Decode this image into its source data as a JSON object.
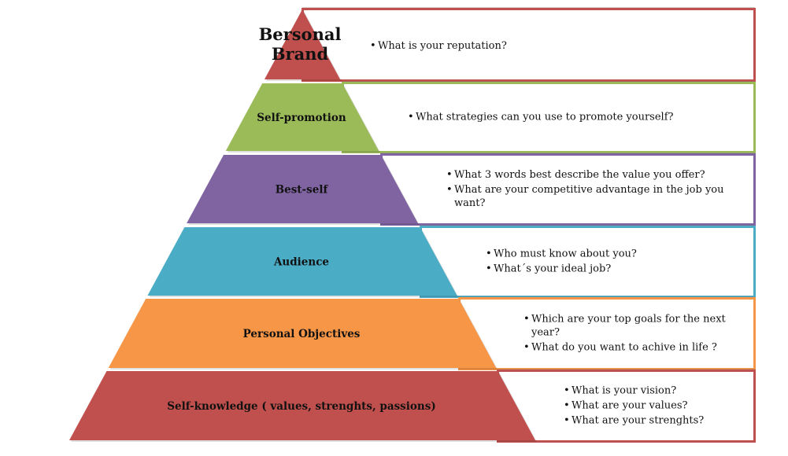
{
  "pyramid": {
    "levels": [
      {
        "id": "personal-brand",
        "label": [
          "Bersonal",
          "Brand"
        ],
        "color": "#c0504d",
        "bullets": [
          [
            "What is your reputation?"
          ]
        ]
      },
      {
        "id": "self-promotion",
        "label": [
          "Self-promotion"
        ],
        "color": "#9bbb59",
        "bullets": [
          [
            "What strategies can you use to promote yourself?"
          ]
        ]
      },
      {
        "id": "best-self",
        "label": [
          "Best-self"
        ],
        "color": "#8064a2",
        "bullets": [
          [
            "What 3  words best describe the value you offer?"
          ],
          [
            "What are your competitive advantage in the job you",
            "want?"
          ]
        ]
      },
      {
        "id": "audience",
        "label": [
          "Audience"
        ],
        "color": "#4bacc6",
        "bullets": [
          [
            "Who must know about you?"
          ],
          [
            "What´s your ideal job?"
          ]
        ]
      },
      {
        "id": "personal-objectives",
        "label": [
          "Personal Objectives"
        ],
        "color": "#f79646",
        "bullets": [
          [
            "Which are your top goals for the next",
            "year?"
          ],
          [
            "What do you want to achive in life ?"
          ]
        ]
      },
      {
        "id": "self-knowledge",
        "label": [
          "Self-knowledge ( values, strenghts, passions)"
        ],
        "color": "#c0504d",
        "bullets": [
          [
            "What is your vision?"
          ],
          [
            "What are your values?"
          ],
          [
            "What are your strenghts?"
          ]
        ]
      }
    ]
  }
}
